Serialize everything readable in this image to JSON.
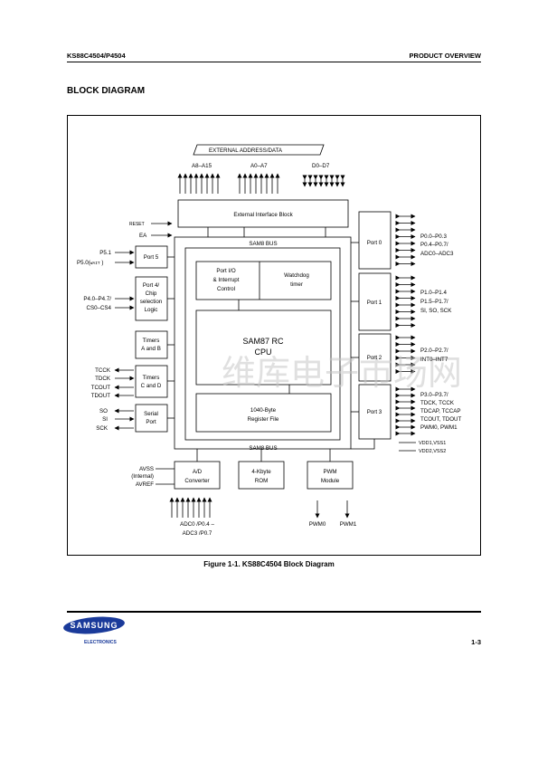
{
  "header": {
    "left": "KS88C4504/P4504",
    "right": "PRODUCT OVERVIEW"
  },
  "section_title": "BLOCK DIAGRAM",
  "diagram": {
    "top_bus": "EXTERNAL ADDRESS/DATA",
    "addr_high": "A8–A15",
    "addr_low": "A0–A7",
    "data_bus": "D0–D7",
    "reset_label": "RESET",
    "ea_label": "EA",
    "ext_interface": "External Interface Block",
    "sam8_bus_top": "SAM8 BUS",
    "sam8_bus_bottom": "SAM8 BUS",
    "port5": "Port 5",
    "p51": "P5.1",
    "p50": "P5.0(",
    "p50_wait": "WAIT",
    "port4": [
      "Port 4/",
      "Chip",
      "selection",
      "Logic"
    ],
    "p4_lines": [
      "P4.0–P4.7/",
      "CS0–CS4"
    ],
    "timers_ab": [
      "Timers",
      "A and B"
    ],
    "timers_cd": [
      "Timers",
      "C and D"
    ],
    "tc_pins": [
      "TCCK",
      "TDCK",
      "TCOUT",
      "TDOUT"
    ],
    "serial": [
      "Serial",
      "Port"
    ],
    "serial_pins": [
      "SO",
      "SI",
      "SCK"
    ],
    "port_io": [
      "Port I/O",
      "& Interrupt",
      "Control"
    ],
    "watchdog": [
      "Watchdog",
      "timer"
    ],
    "cpu": [
      "SAM87 RC",
      "CPU"
    ],
    "regfile": [
      "1040-Byte",
      "Register File"
    ],
    "port0": "Port 0",
    "port1": "Port 1",
    "port2": "Port 2",
    "port3": "Port 3",
    "p0_pins": [
      "P0.0–P0.3",
      "P0.4–P0.7/",
      "ADC0–ADC3"
    ],
    "p1_pins": [
      "P1.0–P1.4",
      "P1.5–P1.7/",
      "SI, SO, SCK"
    ],
    "p2_pins": [
      "P2.0–P2.7/",
      "INT0–INT7"
    ],
    "p3_pins": [
      "P3.0–P3.7/",
      "TDCK, TCCK",
      "TDCAP, TCCAP",
      "TCOUT, TDOUT",
      "PWM0, PWM1"
    ],
    "vdd": "VDD1,VSS1",
    "vss": "VDD2,VSS2",
    "adc": [
      "A/D",
      "Converter"
    ],
    "avss": [
      "AVSS",
      "(Internal)"
    ],
    "avref": "AVREF",
    "rom": [
      "4-Kbyte",
      "ROM"
    ],
    "pwm": [
      "PWM",
      "Module"
    ],
    "adc_pins": [
      "ADC0 /P0.4 –",
      "ADC3 /P0.7"
    ],
    "pwm0": "PWM0",
    "pwm1": "PWM1",
    "watermark": "维库电子市场网"
  },
  "caption": "Figure 1-1. KS88C4504 Block Diagram",
  "footer": {
    "brand": "SAMSUNG",
    "sub": "ELECTRONICS",
    "page": "1-3"
  }
}
